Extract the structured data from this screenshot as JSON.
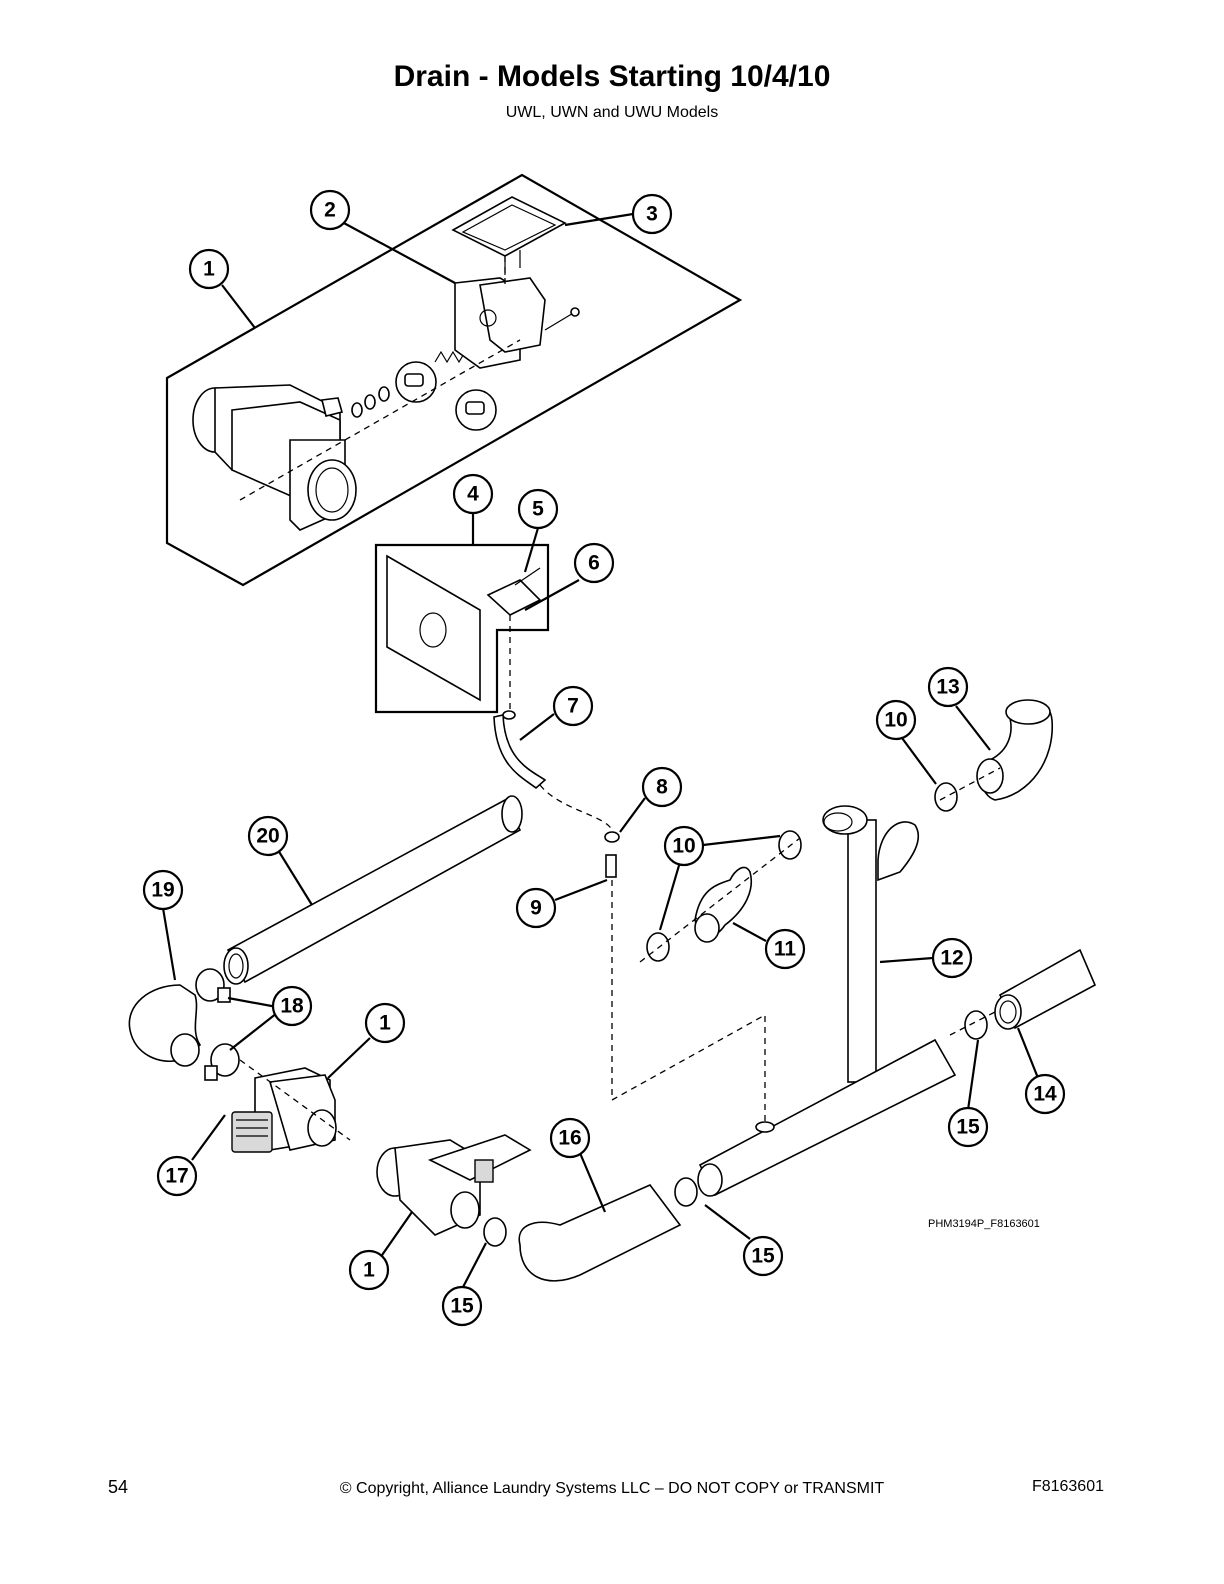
{
  "header": {
    "title": "Drain - Models Starting 10/4/10",
    "subtitle": "UWL, UWN and UWU Models"
  },
  "diagram": {
    "drawing_id": "PHM3194P_F8163601",
    "callouts": [
      "1",
      "2",
      "3",
      "4",
      "5",
      "6",
      "7",
      "8",
      "9",
      "10",
      "10",
      "11",
      "12",
      "13",
      "14",
      "15",
      "15",
      "15",
      "16",
      "17",
      "18",
      "19",
      "20",
      "1",
      "1"
    ]
  },
  "footer": {
    "page_number": "54",
    "copyright": "© Copyright, Alliance Laundry Systems LLC – DO NOT COPY or TRANSMIT",
    "doc_number": "F8163601"
  }
}
